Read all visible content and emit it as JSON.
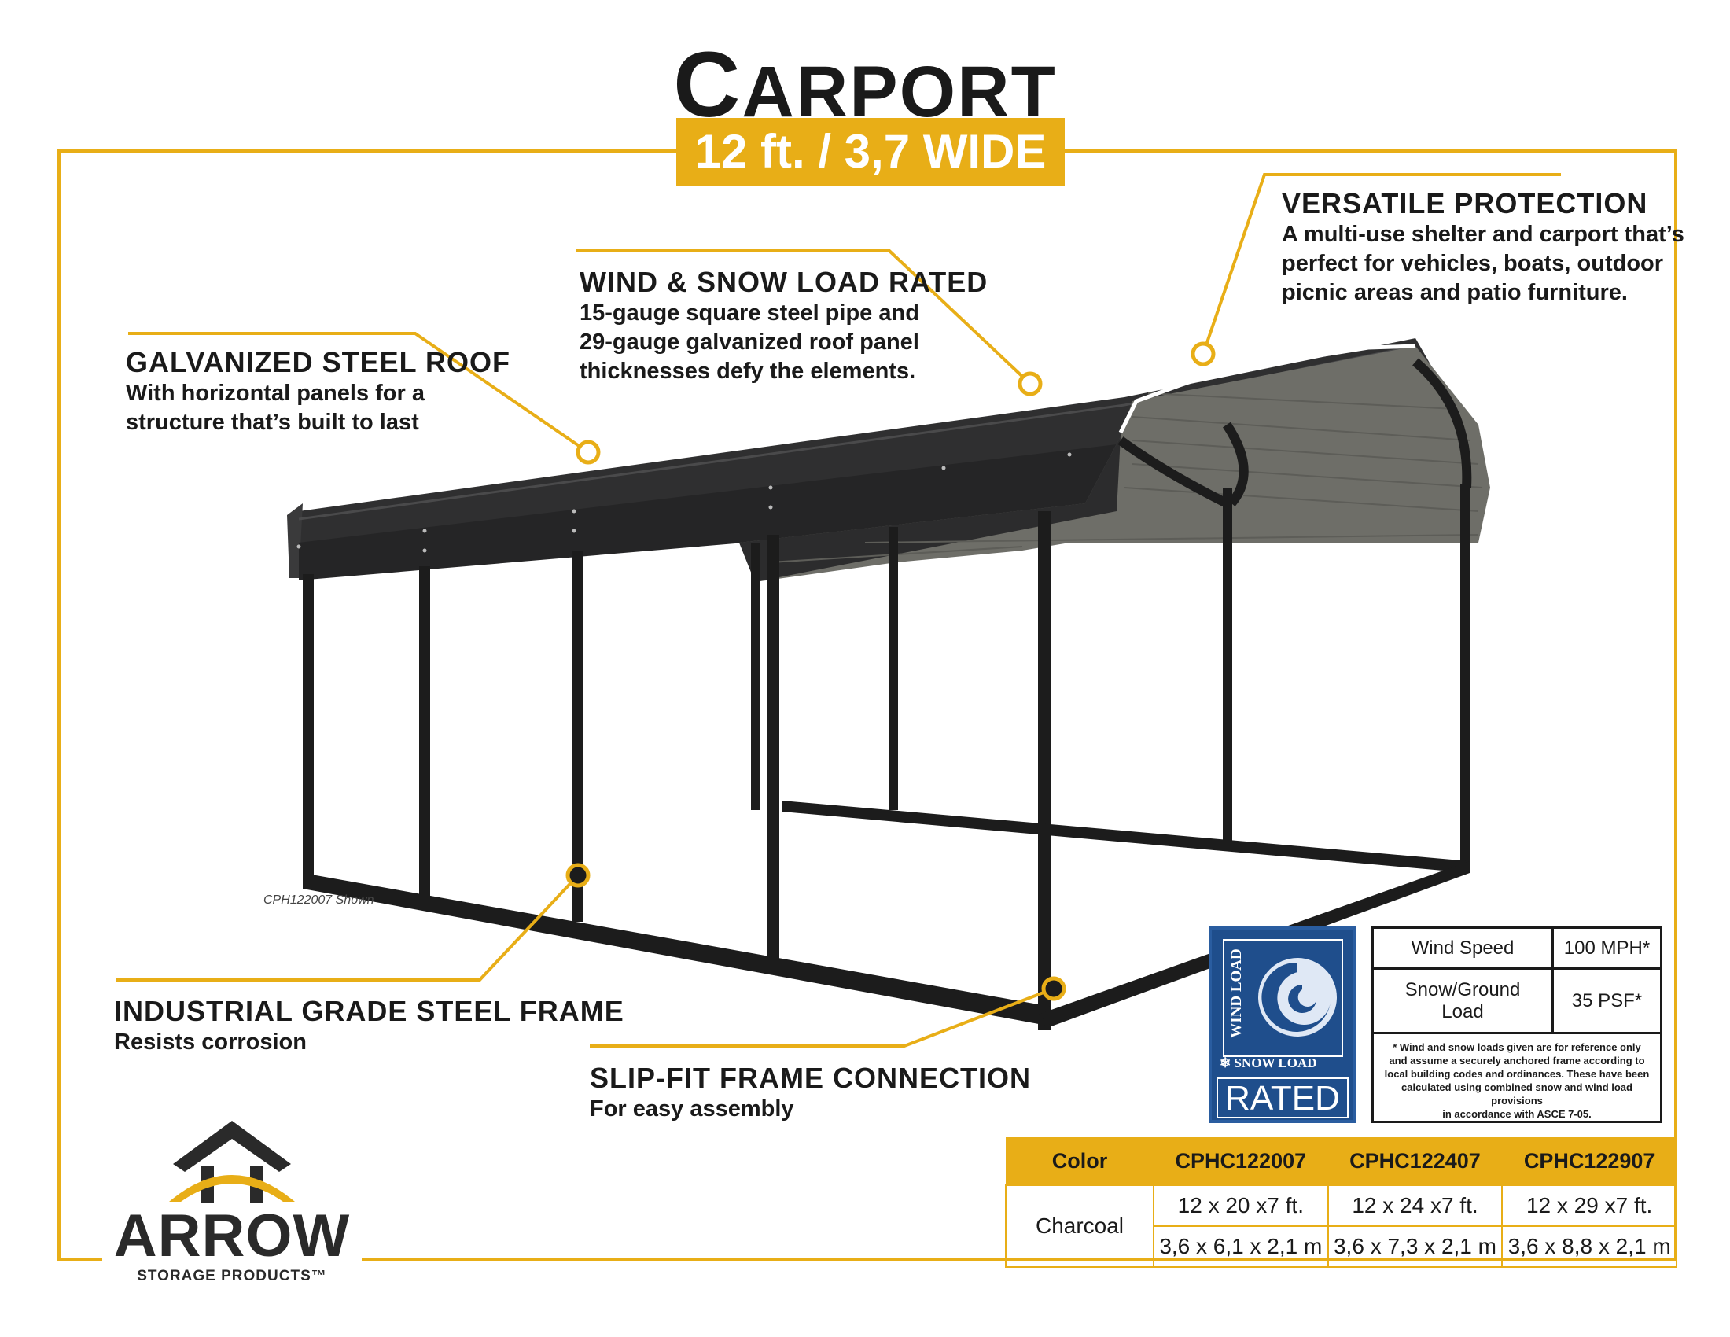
{
  "title": {
    "first": "C",
    "rest": "ARPORT"
  },
  "banner": "12 ft. / 3,7 WIDE",
  "callouts": {
    "roof": {
      "heading": "GALVANIZED STEEL ROOF",
      "line1": "With horizontal panels for a",
      "line2": "structure that’s built to last"
    },
    "wind": {
      "heading": "WIND & SNOW LOAD RATED",
      "line1": "15-gauge square steel pipe and",
      "line2": "29-gauge galvanized roof panel",
      "line3": "thicknesses defy the elements."
    },
    "versatile": {
      "heading": "VERSATILE PROTECTION",
      "line1": "A multi-use shelter and carport that’s",
      "line2": "perfect for vehicles, boats, outdoor",
      "line3": "picnic areas and patio furniture."
    },
    "frame": {
      "heading": "INDUSTRIAL GRADE STEEL FRAME",
      "line1": "Resists corrosion"
    },
    "slipfit": {
      "heading": "SLIP-FIT FRAME CONNECTION",
      "line1": "For easy assembly"
    }
  },
  "image_note": "CPH122007 Shown",
  "badge": {
    "wind_label": "WIND LOAD",
    "snow_label": "SNOW LOAD",
    "rated": "RATED"
  },
  "specs": {
    "rows": [
      {
        "label": "Wind Speed",
        "value": "100 MPH*"
      },
      {
        "label_line1": "Snow/Ground",
        "label_line2": "Load",
        "value": "35 PSF*"
      }
    ],
    "footnote": [
      "* Wind and snow loads given are for reference only",
      "and assume a securely anchored frame according to",
      "local building codes and ordinances. These have been",
      "calculated using combined snow and wind load provisions",
      "in accordance with ASCE 7-05."
    ]
  },
  "size_table": {
    "headers": [
      "Color",
      "CPHC122007",
      "CPHC122407",
      "CPHC122907"
    ],
    "color": "Charcoal",
    "imperial": [
      "12 x 20 x7 ft.",
      "12 x 24 x7 ft.",
      "12 x 29 x7 ft."
    ],
    "metric": [
      "3,6 x 6,1 x 2,1 m",
      "3,6 x 7,3 x 2,1 m",
      "3,6 x 8,8 x 2,1 m"
    ]
  },
  "logo": {
    "name": "ARROW",
    "tagline": "STORAGE PRODUCTS™"
  },
  "colors": {
    "accent": "#e8ae17",
    "frame": "#1c1c1c",
    "roof": "#2f2f30",
    "roof_inner": "#6e6e68",
    "badge_blue": "#1f4e8c"
  }
}
